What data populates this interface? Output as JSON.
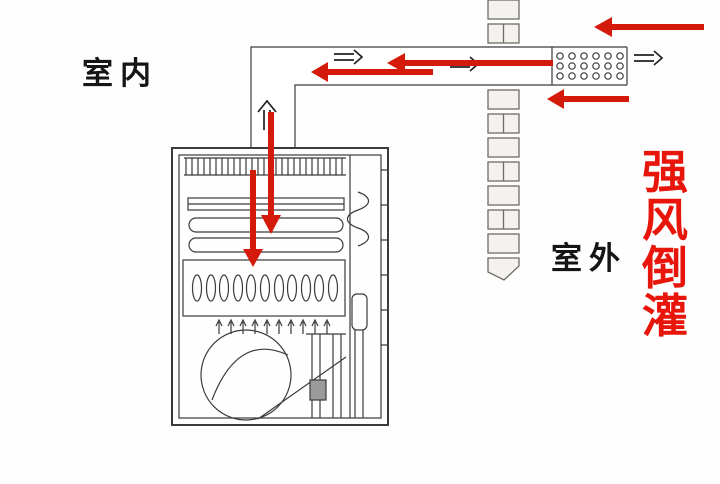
{
  "scene": {
    "labels": {
      "indoor": "室内",
      "outdoor": "室外",
      "warning": "强风倒灌",
      "warning_chars": [
        "强",
        "风",
        "倒",
        "灌"
      ]
    },
    "colors": {
      "arrow_red": "#d31a0b",
      "warning_red": "#e8150a",
      "line_dark": "#3b3b3b",
      "brick_fill": "#f4f2ee",
      "brick_stroke": "#6f6b66",
      "exhaust_black": "#222222"
    }
  }
}
